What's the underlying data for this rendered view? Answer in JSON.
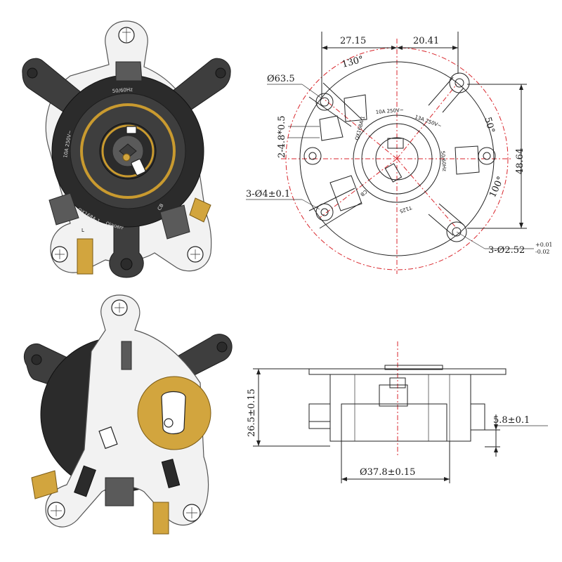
{
  "top_view_labels": {
    "width_left": "27.15",
    "width_right": "20.41",
    "height": "48.64",
    "angle_top": "130°",
    "angle_right": "50°",
    "angle_bottom": "100°",
    "outer_dia": "Ø63.5",
    "slot_dim": "2-4.8*0.5",
    "holes_small": "3-Ø4±0.1",
    "holes_pins": "3-Ø2.52",
    "holes_pins_tol_upper": "+0.01",
    "holes_pins_tol_lower": "-0.02"
  },
  "side_view_labels": {
    "height": "26.5±0.15",
    "pin_height": "5.8±0.1",
    "base_dia": "Ø37.8±0.15"
  },
  "part_markings": {
    "freq": "50/60Hz",
    "rating_a": "13A 250V~",
    "rating_b": "10A 250V~",
    "model": "QX168A-1",
    "brand": "Qiaoerr",
    "cert": "CB",
    "temp": "T125",
    "terminal": "L"
  }
}
